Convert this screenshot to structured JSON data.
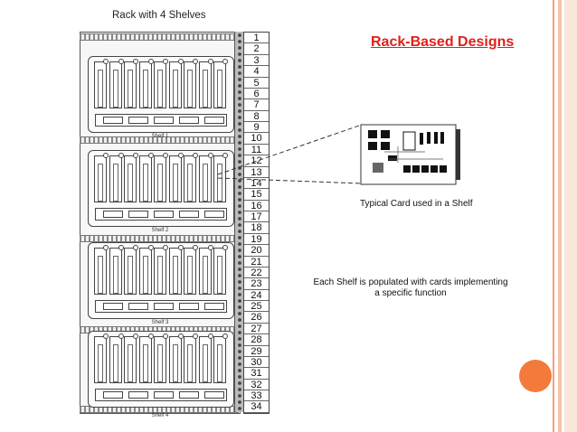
{
  "slide_title": "Rack-Based Designs",
  "rack_title": "Rack with 4 Shelves",
  "shelves": [
    {
      "label": "Shelf 1"
    },
    {
      "label": "Shelf 2"
    },
    {
      "label": "Shelf 3"
    },
    {
      "label": "Shelf 4"
    }
  ],
  "units": [
    "1",
    "2",
    "3",
    "4",
    "5",
    "6",
    "7",
    "8",
    "9",
    "10",
    "11",
    "12",
    "13",
    "14",
    "15",
    "16",
    "17",
    "18",
    "19",
    "20",
    "21",
    "22",
    "23",
    "24",
    "25",
    "26",
    "27",
    "28",
    "29",
    "30",
    "31",
    "32",
    "33",
    "34"
  ],
  "card_caption": "Typical Card used in a Shelf",
  "description": "Each Shelf is populated with cards implementing a specific function",
  "colors": {
    "title": "#e0201a",
    "accent": "#f47a3b",
    "border": "#f7c3a8"
  }
}
